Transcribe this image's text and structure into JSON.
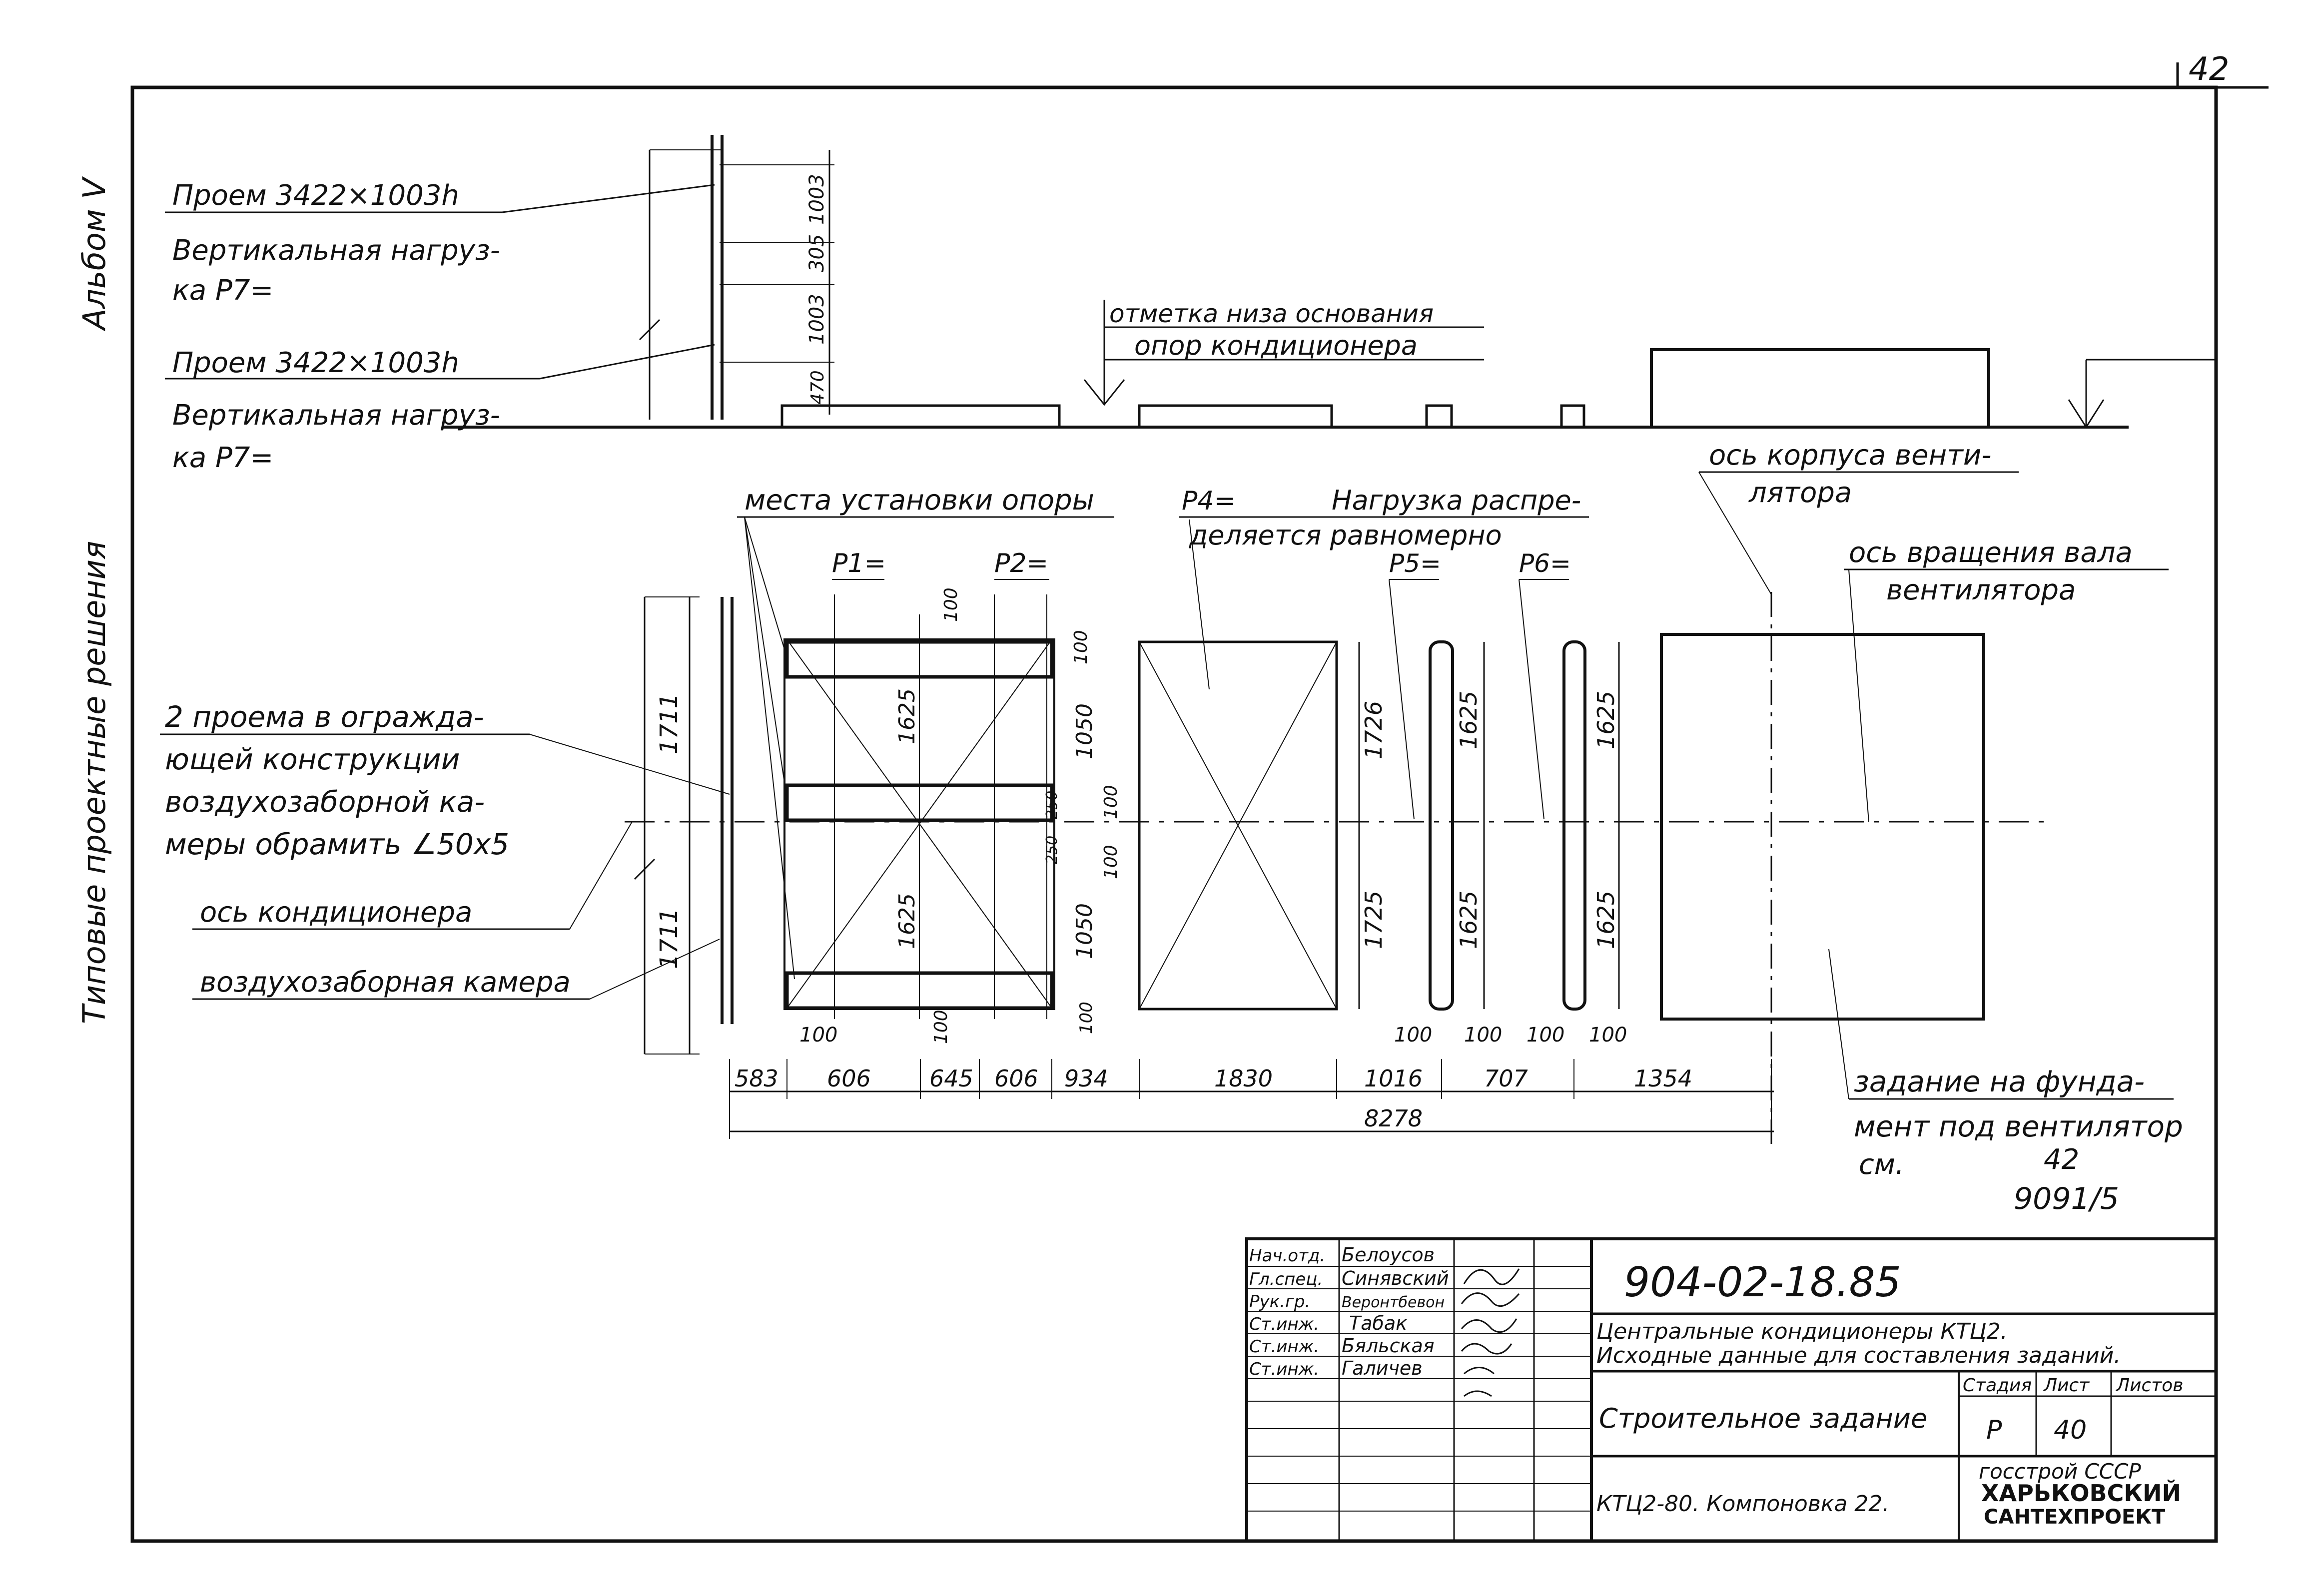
{
  "sheet": {
    "page_number": "42",
    "side_album": "Альбом V",
    "side_title": "Типовые проектные решения"
  },
  "section": {
    "opening_1": "Проем 3422×1003h",
    "load_1a": "Вертикальная нагруз-",
    "load_1b": "ка P7=",
    "opening_2": "Проем 3422×1003h",
    "load_2a": "Вертикальная нагруз-",
    "load_2b": "ка P7=",
    "base_mark_a": "отметка низа основания",
    "base_mark_b": "опор кондиционера",
    "dims": [
      "1003",
      "305",
      "1003",
      "470"
    ]
  },
  "plan_labels": {
    "support_places": "места установки опоры",
    "p1": "P1=",
    "p2": "P2=",
    "p4": "P4=",
    "p4_note_a": "Нагрузка распре-",
    "p4_note_b": "деляется равномерно",
    "p5": "P5=",
    "p6": "P6=",
    "fan_axis_a": "ось корпуса венти-",
    "fan_axis_b": "лятора",
    "shaft_axis_a": "ось вращения вала",
    "shaft_axis_b": "вентилятора",
    "openings_a": "2 проема в огражда-",
    "openings_b": "ющей конструкции",
    "openings_c": "воздухозаборной ка-",
    "openings_d": "меры обрамить ∠50x5",
    "conditioner_axis": "ось кондиционера",
    "intake_chamber": "воздухозаборная камера",
    "foundation_a": "задание на фунда-",
    "foundation_b": "мент под вентилятор",
    "foundation_c": "см.",
    "foundation_ref_1": "42",
    "foundation_ref_2": "9091/5"
  },
  "plan_dims": {
    "left_1711": "1711",
    "left_1711b": "1711",
    "d100_top": "100",
    "d1625_a": "1625",
    "d1050_a": "1050",
    "d1625_b": "1625",
    "d1050_b": "1050",
    "d100_a": "100",
    "d250_a": "250",
    "d250_b": "250",
    "d100_b": "100",
    "d100_c": "100",
    "d100_bot1": "100",
    "d100_bot2": "100",
    "d100_bot3": "100",
    "d1726": "1726",
    "d1725": "1725",
    "d1625_c": "1625",
    "d1625_d": "1625",
    "d1625_e": "1625",
    "d1625_f": "1625",
    "d100_g": "100",
    "d100_h": "100",
    "d100_i": "100",
    "d100_j": "100",
    "bottom_chain": [
      "583",
      "606",
      "645",
      "606",
      "934",
      "1830",
      "1016",
      "707",
      "1354"
    ],
    "total": "8278"
  },
  "title_block": {
    "doc_code": "904-02-18.85",
    "desc_1": "Центральные кондиционеры КТЦ2.",
    "desc_2": "Исходные данные для составления заданий.",
    "sheet_name": "Строительное задание",
    "layout_name": "КТЦ2-80. Компоновка 22.",
    "h_stage": "Стадия",
    "h_sheet": "Лист",
    "h_sheets": "Листов",
    "stage": "Р",
    "sheet_no": "40",
    "org_1": "госстрой СССР",
    "org_2": "ХАРЬКОВСКИЙ",
    "org_3": "САНТЕХПРОЕКТ",
    "people": [
      {
        "role": "Нач.отд.",
        "name": "Белоусов"
      },
      {
        "role": "Гл.спец.",
        "name": "Синявский"
      },
      {
        "role": "Рук.гр.",
        "name": "Веронтбевон"
      },
      {
        "role": "Ст.инж.",
        "name": "Табак"
      },
      {
        "role": "Ст.инж.",
        "name": "Бяльская"
      },
      {
        "role": "Ст.инж.",
        "name": "Галичев"
      }
    ]
  }
}
